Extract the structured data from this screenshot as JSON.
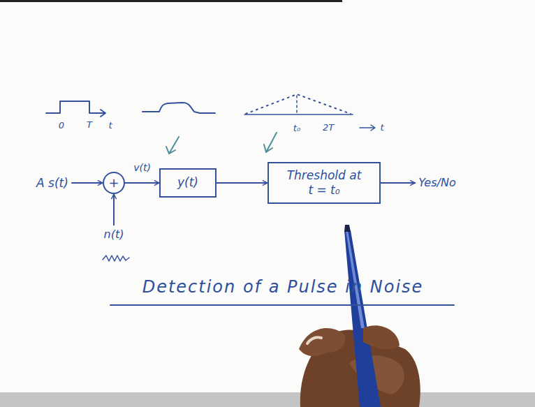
{
  "diagram": {
    "title": "Detection of a Pulse in Noise",
    "nodes": [
      {
        "text": [
          "+"
        ]
      },
      {
        "text": [
          "y(t)"
        ]
      },
      {
        "text": [
          "Threshold at t = t₀"
        ]
      }
    ],
    "edges": [
      {
        "from": 0,
        "to": 1,
        "arrow": "to",
        "label": "v(t)"
      },
      {
        "from": 1,
        "to": 2,
        "arrow": "to"
      }
    ],
    "labels": [
      "0",
      "T",
      "t",
      "t₀",
      "2T",
      "t",
      "A s(t)",
      "n(t)",
      "Yes/No"
    ]
  }
}
